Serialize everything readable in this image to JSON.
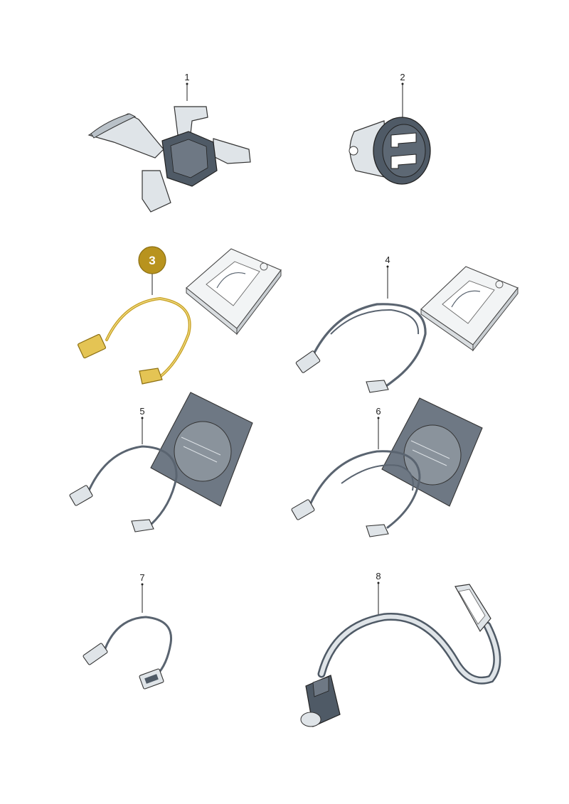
{
  "callouts": {
    "p1": "1",
    "p2": "2",
    "p3": "3",
    "p4": "4",
    "p5": "5",
    "p6": "6",
    "p7": "7",
    "p8": "8"
  },
  "colors": {
    "highlight": "#c9a227",
    "highlight_badge": "#b8931e",
    "cable": "#5a6470",
    "part_dark": "#4f5a66",
    "part_light": "#dfe4e8",
    "package": "#f2f4f5",
    "sleeve": "#6e7884"
  },
  "icons": [
    "phone-holder-icon",
    "usb-charger-icon",
    "usb-c-cable-icon",
    "usb-a-extension-icon",
    "gooseneck-lamp-icon"
  ]
}
